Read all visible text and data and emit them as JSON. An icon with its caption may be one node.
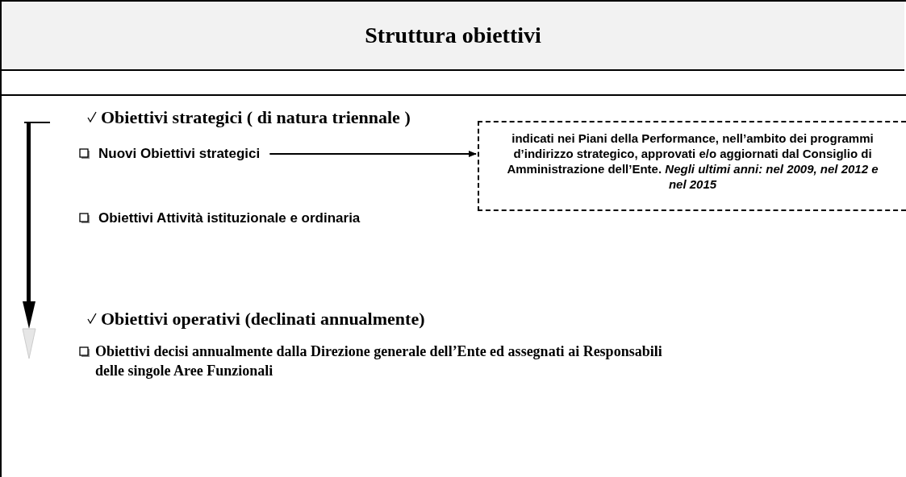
{
  "diagram": {
    "title": "Struttura obiettivi",
    "nodes": [
      {
        "text": [
          "Nuovi Obiettivi strategici"
        ]
      },
      {
        "text": [
          "indicati nei Piani della Performance, nell’ambito dei programmi d’indirizzo strategico, approvati e/o aggiornati dal Consiglio di Amministrazione dell’Ente. *Negli ultimi anni: nel 2009, nel 2012 e nel 2015*"
        ]
      }
    ],
    "edges": [
      {
        "from": 0,
        "to": 1,
        "arrow": "to"
      }
    ],
    "labels": [
      "Obiettivi strategici ( di natura triennale )",
      "Obiettivi Attività istituzionale e ordinaria",
      "Obiettivi operativi (declinati annualmente)",
      "Obiettivi decisi annualmente dalla Direzione generale dell’Ente ed assegnati ai Responsabili delle singole Aree Funzionali"
    ]
  }
}
